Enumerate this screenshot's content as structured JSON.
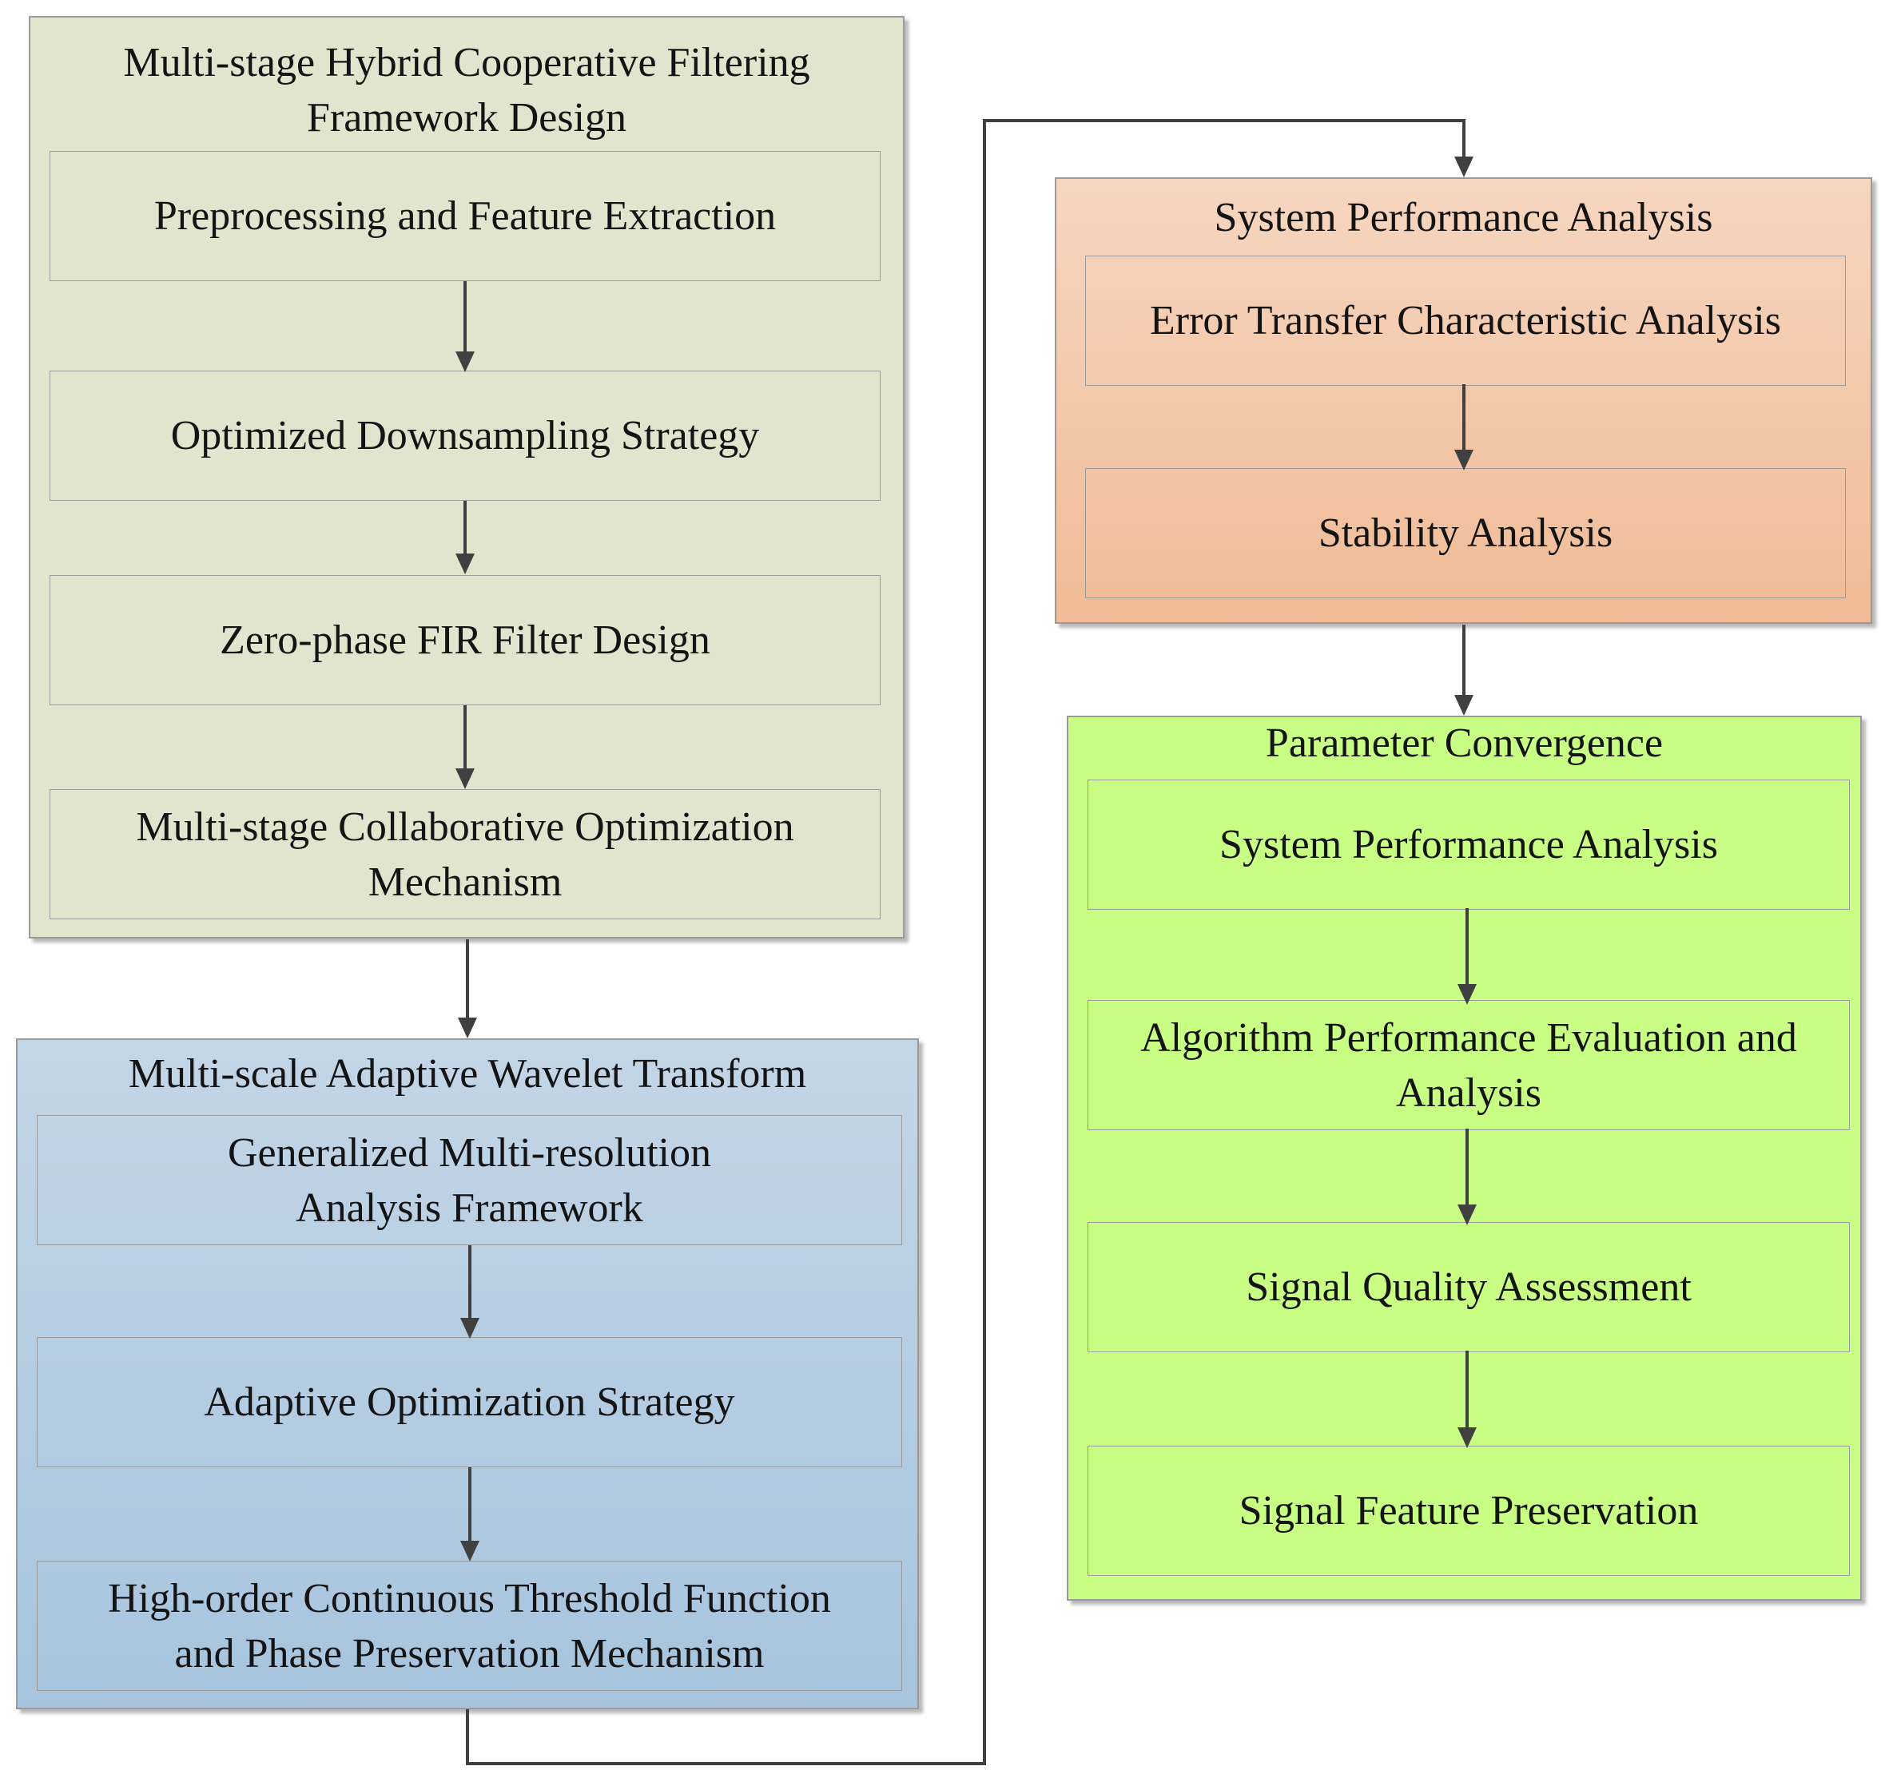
{
  "groups": {
    "framework": {
      "title": "Multi-stage Hybrid Cooperative Filtering\nFramework Design",
      "steps": [
        "Preprocessing and Feature Extraction",
        "Optimized Downsampling Strategy",
        "Zero-phase FIR Filter Design",
        "Multi-stage Collaborative Optimization\nMechanism"
      ]
    },
    "wavelet": {
      "title": "Multi-scale Adaptive Wavelet Transform",
      "steps": [
        "Generalized Multi-resolution\nAnalysis Framework",
        "Adaptive Optimization Strategy",
        "High-order Continuous Threshold Function\nand Phase Preservation Mechanism"
      ]
    },
    "performance": {
      "title": "System Performance Analysis",
      "steps": [
        "Error Transfer Characteristic Analysis",
        "Stability Analysis"
      ]
    },
    "convergence": {
      "title": "Parameter Convergence",
      "steps": [
        "System Performance Analysis",
        "Algorithm Performance Evaluation and\nAnalysis",
        "Signal Quality Assessment",
        "Signal Feature Preservation"
      ]
    }
  },
  "colors": {
    "framework_fill": "#e1e5cd",
    "wavelet_fill_top": "#c3d6e6",
    "wavelet_fill_bottom": "#a7c4de",
    "performance_fill_top": "#f6d6c0",
    "performance_fill_bottom": "#f0bb96",
    "convergence_fill": "#c8fe84",
    "border": "#9a9a9a",
    "arrow": "#404040"
  }
}
